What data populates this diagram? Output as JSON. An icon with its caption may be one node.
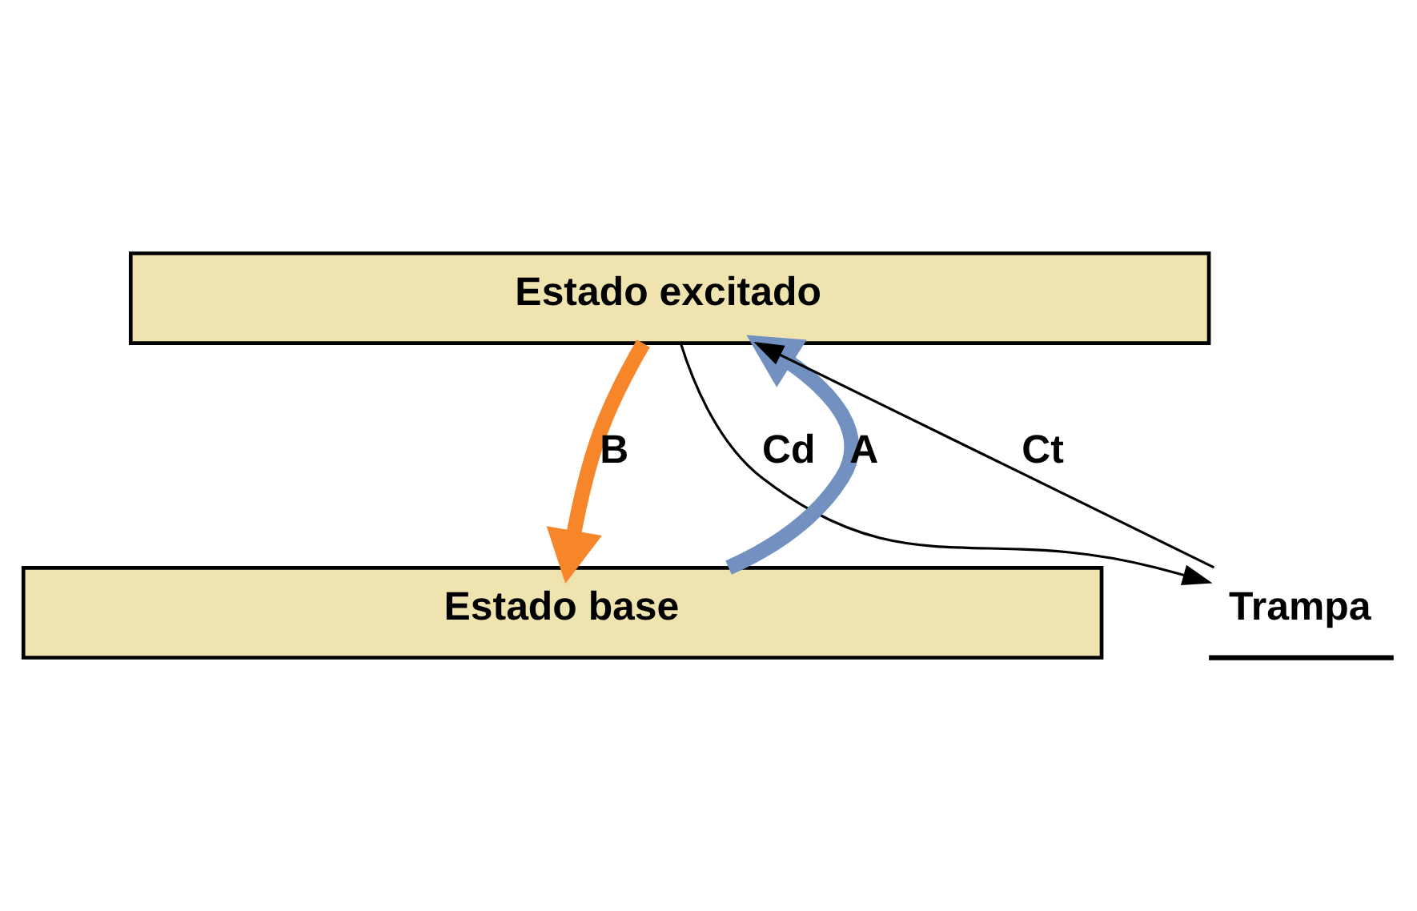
{
  "diagram": {
    "nodes": [
      {
        "text": [
          "Estado excitado"
        ]
      },
      {
        "text": [
          "Estado base"
        ]
      },
      {
        "text": [
          "Trampa"
        ]
      }
    ],
    "edges": [
      {
        "from": 1,
        "to": 0,
        "arrow": "to",
        "label": "A",
        "style": "thick",
        "color": "#7391c0"
      },
      {
        "from": 0,
        "to": 1,
        "arrow": "to",
        "label": "B",
        "style": "thick",
        "color": "#f7852a"
      },
      {
        "from": 0,
        "to": 2,
        "arrow": "to",
        "label": "Cd"
      },
      {
        "from": 2,
        "to": 0,
        "arrow": "to",
        "label": "Ct"
      }
    ]
  }
}
